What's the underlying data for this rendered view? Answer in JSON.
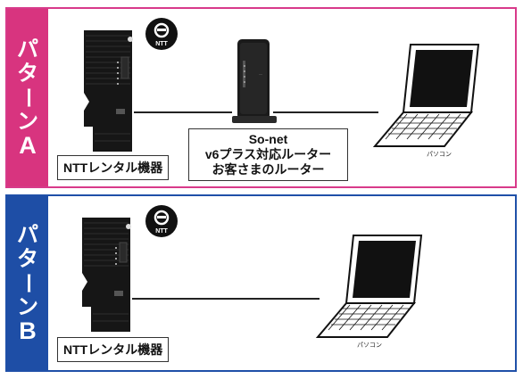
{
  "pattern_a": {
    "side_chars": [
      "パ",
      "タ",
      "ー",
      "ン",
      "A"
    ],
    "ntt_device_label": "NTTレンタル機器",
    "ntt_badge_text": "NTT",
    "router_label_lines": [
      "So-net",
      "v6プラス対応ルーター",
      "お客さまのルーター"
    ],
    "pc_label": "パソコン"
  },
  "pattern_b": {
    "side_chars": [
      "パ",
      "タ",
      "ー",
      "ン",
      "B"
    ],
    "ntt_device_label": "NTTレンタル機器",
    "ntt_badge_text": "NTT",
    "pc_label": "パソコン"
  },
  "colors": {
    "pattern_a": "#d8347f",
    "pattern_b": "#1e4ea6"
  },
  "icons": [
    "ntt-logo-icon",
    "onu-device-icon",
    "router-icon",
    "laptop-icon"
  ]
}
